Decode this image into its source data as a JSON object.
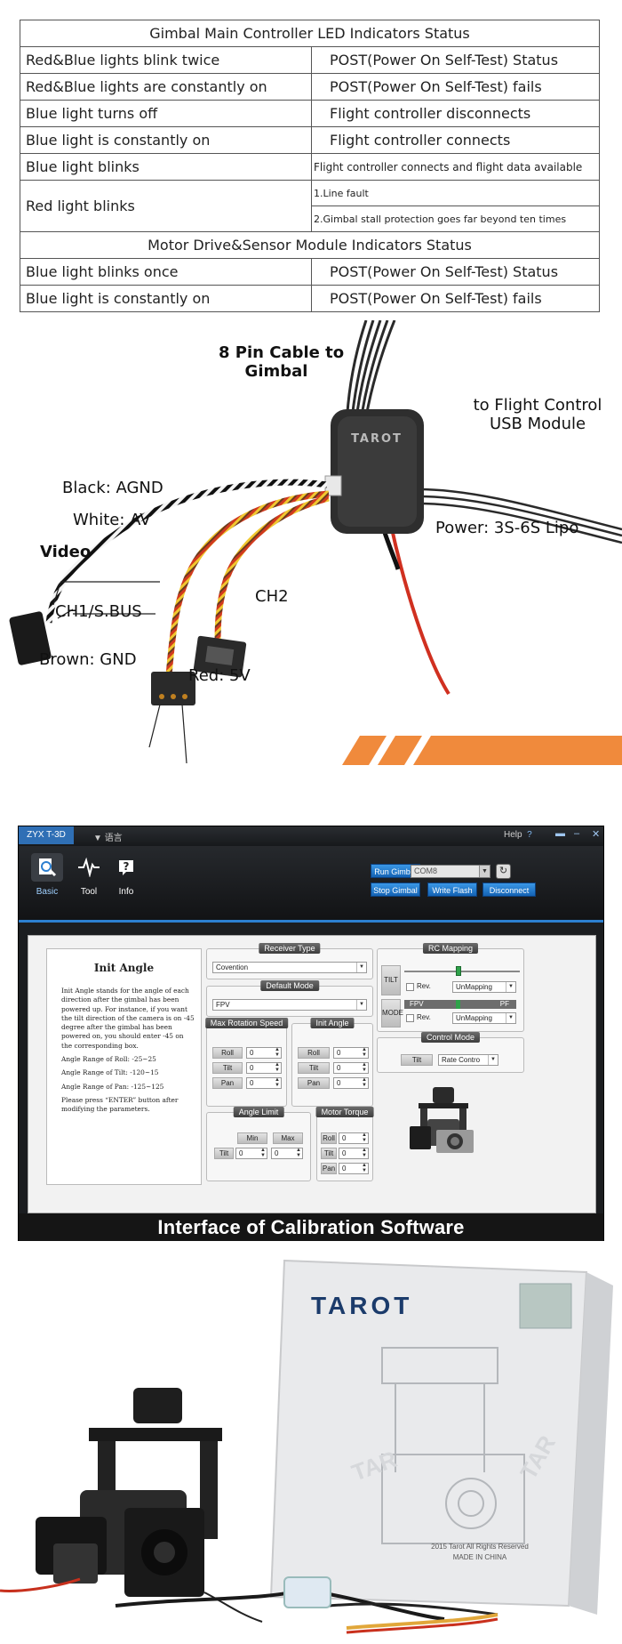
{
  "led_table": {
    "title": "Gimbal Main Controller LED Indicators Status",
    "main_rows": [
      {
        "light": "Red&Blue lights blink twice",
        "status": "POST(Power On Self-Test) Status"
      },
      {
        "light": "Red&Blue lights are constantly on",
        "status": "POST(Power On Self-Test) fails"
      },
      {
        "light": "Blue light turns off",
        "status": "Flight controller disconnects"
      },
      {
        "light": "Blue light is constantly on",
        "status": "Flight controller connects"
      },
      {
        "light": "Blue light blinks",
        "status": "Flight controller connects and flight data available"
      }
    ],
    "red_blink": {
      "light": "Red light blinks",
      "status_1": "1.Line fault",
      "status_2": "2.Gimbal stall protection goes far beyond ten times"
    },
    "section2_title": "Motor Drive&Sensor Module Indicators Status",
    "motor_rows": [
      {
        "light": "Blue light blinks once",
        "status": "POST(Power On Self-Test) Status"
      },
      {
        "light": "Blue light is constantly on",
        "status": "POST(Power On Self-Test) fails"
      }
    ]
  },
  "wiring": {
    "pin8_line1": "8 Pin Cable to",
    "pin8_line2": "Gimbal",
    "flight_line1": "to Flight Control",
    "flight_line2": "USB Module",
    "power": "Power: 3S-6S Lipo",
    "black": "Black: AGND",
    "white": "White: AV",
    "video": "Video",
    "ch2": "CH2",
    "ch1": "CH1/S.BUS",
    "brown": "Brown: GND",
    "red": "Red: 5V",
    "controller_logo": "TAROT"
  },
  "software": {
    "app_tab": "ZYX T-3D",
    "language": "语言",
    "help": "Help",
    "help_q": "?",
    "toolbar": {
      "basic": "Basic",
      "tool": "Tool",
      "info": "Info"
    },
    "buttons": {
      "run_gimbal": "Run Gimbal",
      "stop_gimbal": "Stop Gimbal",
      "write_flash": "Write Flash",
      "disconnect": "Disconnect"
    },
    "com_port": "COM8",
    "info_panel": {
      "title": "Init Angle",
      "para1": "Init Angle stands for the angle of each direction after the gimbal has been powered up. For instance, if you want the tilt direction of the camera is on -45 degree after the gimbal has been powered on, you should enter -45 on the corresponding box.",
      "roll_range": "Angle Range of Roll: -25~25",
      "tilt_range": "Angle Range of Tilt: -120~15",
      "pan_range": "Angle Range of Pan: -125~125",
      "para2": "Please press “ENTER” button after modifying the parameters."
    },
    "receiver_type": {
      "title": "Receiver Type",
      "value": "Covention"
    },
    "default_mode": {
      "title": "Default Mode",
      "value": "FPV"
    },
    "max_rotation_speed": {
      "title": "Max Rotation Speed",
      "roll": "Roll",
      "tilt": "Tilt",
      "pan": "Pan",
      "roll_val": "0",
      "tilt_val": "0",
      "pan_val": "0"
    },
    "init_angle": {
      "title": "Init Angle",
      "roll": "Roll",
      "tilt": "Tilt",
      "pan": "Pan",
      "roll_val": "0",
      "tilt_val": "0",
      "pan_val": "0"
    },
    "angle_limit": {
      "title": "Angle Limit",
      "min": "Min",
      "max": "Max",
      "tilt": "Tilt",
      "min_val": "0",
      "max_val": "0"
    },
    "motor_torque": {
      "title": "Motor Torque",
      "roll": "Roll",
      "tilt": "Tilt",
      "pan": "Pan",
      "roll_val": "0",
      "tilt_val": "0",
      "pan_val": "0"
    },
    "rc_mapping": {
      "title": "RC Mapping",
      "tilt": "TILT",
      "mode": "MODE",
      "rev": "Rev.",
      "mapping_tilt": "UnMapping",
      "mapping_mode": "UnMapping",
      "fpv": "FPV",
      "pf": "PF"
    },
    "control_mode": {
      "title": "Control Mode",
      "tilt": "Tilt",
      "value": "Rate Contro"
    },
    "banner": "Interface of Calibration Software"
  },
  "product": {
    "brand": "TAROT",
    "copyright": "2015 Tarot All Rights Reserved",
    "made_in": "MADE IN CHINA"
  },
  "colors": {
    "accent_orange": "#f08a3c",
    "software_blue": "#2c7fd0",
    "wire_red": "#d03020",
    "wire_yellow": "#e8c020"
  }
}
